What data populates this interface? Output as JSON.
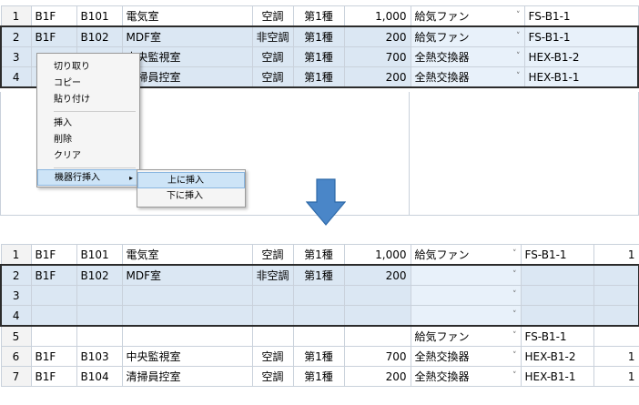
{
  "top_table": {
    "rows": [
      {
        "n": "1",
        "floor": "B1F",
        "room_no": "B101",
        "room": "電気室",
        "ac": "空調",
        "kind": "第1種",
        "area": "1,000",
        "equip": "給気ファン",
        "code": "FS-B1-1"
      },
      {
        "n": "2",
        "floor": "B1F",
        "room_no": "B102",
        "room": "MDF室",
        "ac": "非空調",
        "kind": "第1種",
        "area": "200",
        "equip": "給気ファン",
        "code": "FS-B1-1"
      },
      {
        "n": "3",
        "floor": "",
        "room_no": "",
        "room": "中央監視室",
        "ac": "空調",
        "kind": "第1種",
        "area": "700",
        "equip": "全熱交換器",
        "code": "HEX-B1-2"
      },
      {
        "n": "4",
        "floor": "",
        "room_no": "",
        "room": "清掃員控室",
        "ac": "空調",
        "kind": "第1種",
        "area": "200",
        "equip": "全熱交換器",
        "code": "HEX-B1-1"
      }
    ],
    "chevron": "˅"
  },
  "context_menu": {
    "cut": "切り取り",
    "copy": "コピー",
    "paste": "貼り付け",
    "insert": "挿入",
    "delete": "削除",
    "clear": "クリア",
    "equip_row_insert": "機器行挿入",
    "submenu_arrow": "▸"
  },
  "submenu": {
    "insert_above": "上に挿入",
    "insert_below": "下に挿入"
  },
  "bottom_table": {
    "rows": [
      {
        "n": "1",
        "floor": "B1F",
        "room_no": "B101",
        "room": "電気室",
        "ac": "空調",
        "kind": "第1種",
        "area": "1,000",
        "equip": "給気ファン",
        "code": "FS-B1-1",
        "qty": "1"
      },
      {
        "n": "2",
        "floor": "B1F",
        "room_no": "B102",
        "room": "MDF室",
        "ac": "非空調",
        "kind": "第1種",
        "area": "200",
        "equip": "",
        "code": "",
        "qty": ""
      },
      {
        "n": "3",
        "floor": "",
        "room_no": "",
        "room": "",
        "ac": "",
        "kind": "",
        "area": "",
        "equip": "",
        "code": "",
        "qty": ""
      },
      {
        "n": "4",
        "floor": "",
        "room_no": "",
        "room": "",
        "ac": "",
        "kind": "",
        "area": "",
        "equip": "",
        "code": "",
        "qty": ""
      },
      {
        "n": "5",
        "floor": "",
        "room_no": "",
        "room": "",
        "ac": "",
        "kind": "",
        "area": "",
        "equip": "給気ファン",
        "code": "FS-B1-1",
        "qty": ""
      },
      {
        "n": "6",
        "floor": "B1F",
        "room_no": "B103",
        "room": "中央監視室",
        "ac": "空調",
        "kind": "第1種",
        "area": "700",
        "equip": "全熱交換器",
        "code": "HEX-B1-2",
        "qty": "1"
      },
      {
        "n": "7",
        "floor": "B1F",
        "room_no": "B104",
        "room": "清掃員控室",
        "ac": "空調",
        "kind": "第1種",
        "area": "200",
        "equip": "全熱交換器",
        "code": "HEX-B1-1",
        "qty": "1"
      }
    ],
    "chevron": "˅"
  },
  "colors": {
    "selection": "#dbe7f3",
    "arrow": "#4a86c8",
    "border": "#2b2b2b"
  }
}
